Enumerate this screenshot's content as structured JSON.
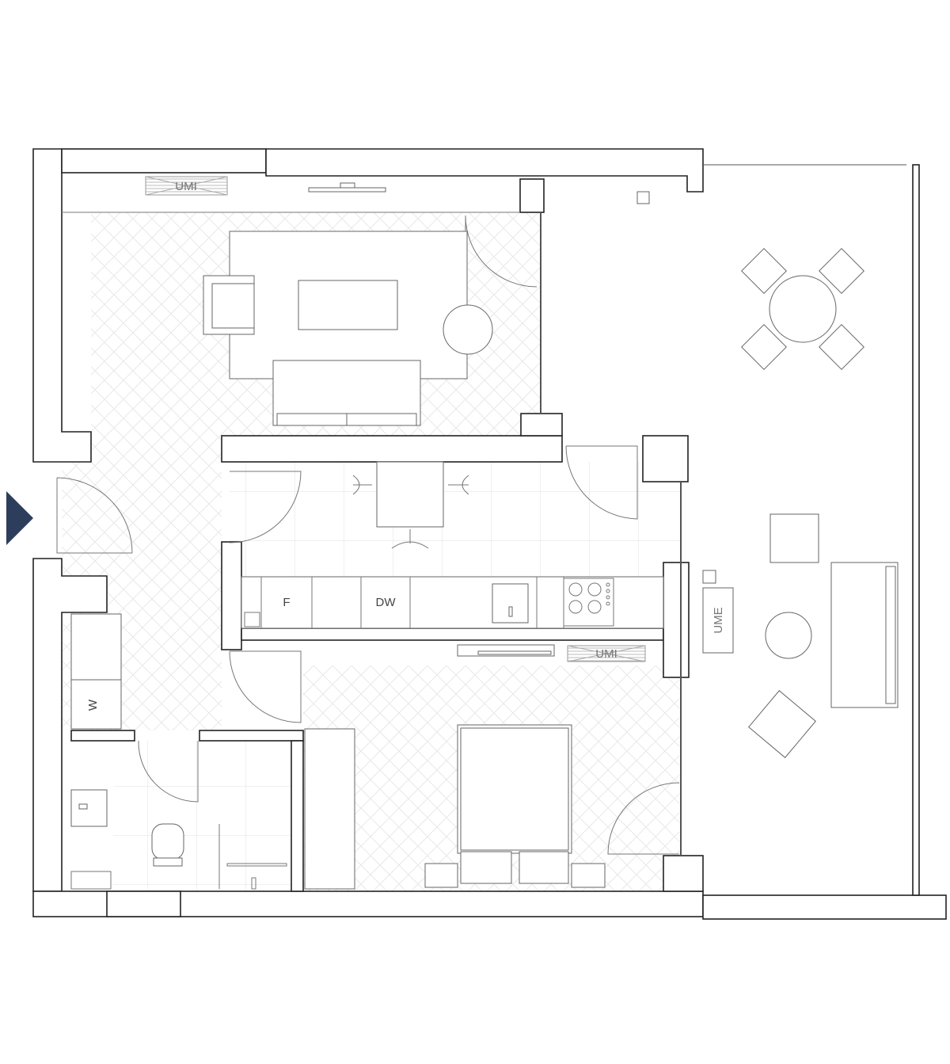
{
  "plan": {
    "labels": {
      "umi_living": "UMI",
      "umi_bedroom": "UMI",
      "ume_balcony": "UME",
      "fridge": "F",
      "dishwasher": "DW",
      "washer": "W"
    },
    "colors": {
      "entry_arrow": "#2d3e5c",
      "wall": "#222222",
      "floor_pattern": "#e6e6e6"
    }
  }
}
